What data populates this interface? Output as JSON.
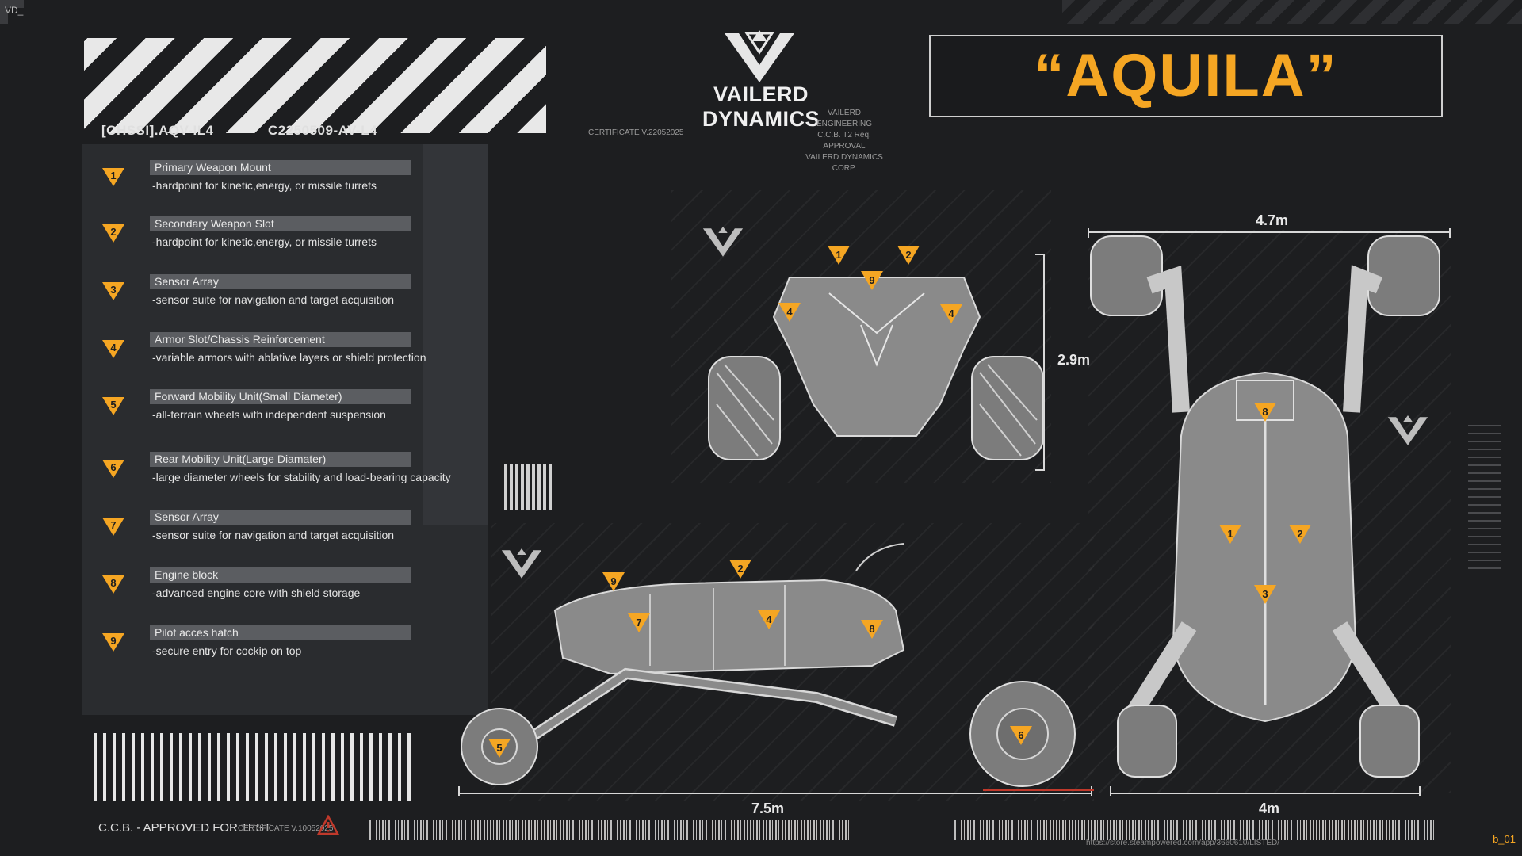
{
  "corner_top_left": "VD_",
  "corner_bottom_right": "b_01",
  "chassis_code": "[CHSSI].AQV-IL4",
  "chassis_serial": "C2250509-AV-L4",
  "brand": {
    "name": "VAILERD DYNAMICS",
    "certificate": "CERTIFICATE V.22052025",
    "approval_lines": [
      "VAILERD ENGINEERING",
      "C.C.B. T2 Req. APPROVAL",
      "VAILERD DYNAMICS CORP."
    ]
  },
  "vehicle_name": "“AQUILA”",
  "legend": [
    {
      "num": "1",
      "title": "Primary Weapon Mount",
      "desc": "-hardpoint for kinetic,energy, or missile turrets"
    },
    {
      "num": "2",
      "title": "Secondary Weapon Slot",
      "desc": "-hardpoint for kinetic,energy, or missile turrets"
    },
    {
      "num": "3",
      "title": "Sensor Array",
      "desc": "-sensor suite for navigation and target acquisition"
    },
    {
      "num": "4",
      "title": "Armor Slot/Chassis Reinforcement",
      "desc": "-variable armors with ablative layers or shield protection"
    },
    {
      "num": "5",
      "title": "Forward Mobility Unit(Small Diameter)",
      "desc": "-all-terrain wheels with independent suspension"
    },
    {
      "num": "6",
      "title": "Rear Mobility Unit(Large Diamater)",
      "desc": "-large diameter wheels for stability and load-bearing capacity"
    },
    {
      "num": "7",
      "title": "Sensor Array",
      "desc": "-sensor suite for navigation and target acquisition"
    },
    {
      "num": "8",
      "title": "Engine block",
      "desc": "-advanced engine core with shield storage"
    },
    {
      "num": "9",
      "title": "Pilot acces hatch",
      "desc": "-secure entry for cockip on top"
    }
  ],
  "dimensions": {
    "top_width": "4.7m",
    "front_height": "2.9m",
    "side_length": "7.5m",
    "top_length": "4m"
  },
  "footer": {
    "approval": "C.C.B. - APPROVED FOR TEST",
    "certificate": "CERTIFICATE V.10052025",
    "url": "https://store.steampowered.com/app/3660610/LISTED/"
  },
  "colors": {
    "accent": "#f5a623",
    "background": "#1d1e20",
    "line": "#cfcfcf"
  }
}
